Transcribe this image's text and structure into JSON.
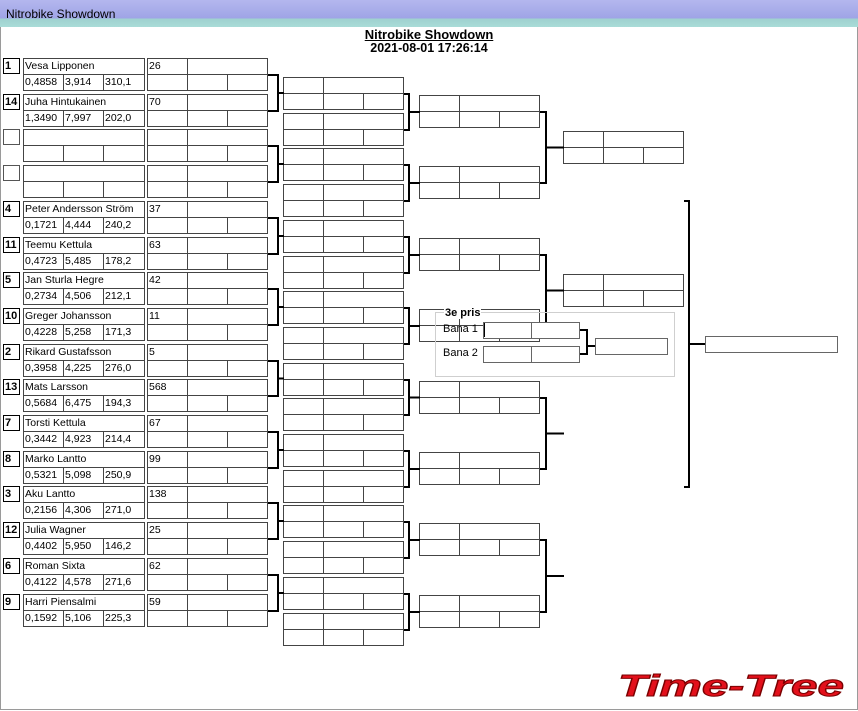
{
  "window": {
    "title": "Nitrobike Showdown"
  },
  "event": {
    "title": "Nitrobike Showdown",
    "datetime": "2021-08-01 17:26:14"
  },
  "entrants": [
    {
      "seed": "1",
      "name": "Vesa Lipponen",
      "v1": "0,4858",
      "v2": "3,914",
      "v3": "310,1",
      "num": "26"
    },
    {
      "seed": "14",
      "name": "Juha Hintukainen",
      "v1": "1,3490",
      "v2": "7,997",
      "v3": "202,0",
      "num": "70"
    },
    {
      "seed": "",
      "name": "",
      "v1": "",
      "v2": "",
      "v3": "",
      "num": ""
    },
    {
      "seed": "",
      "name": "",
      "v1": "",
      "v2": "",
      "v3": "",
      "num": ""
    },
    {
      "seed": "4",
      "name": "Peter Andersson Ström",
      "v1": "0,1721",
      "v2": "4,444",
      "v3": "240,2",
      "num": "37"
    },
    {
      "seed": "11",
      "name": "Teemu Kettula",
      "v1": "0,4723",
      "v2": "5,485",
      "v3": "178,2",
      "num": "63"
    },
    {
      "seed": "5",
      "name": "Jan Sturla Hegre",
      "v1": "0,2734",
      "v2": "4,506",
      "v3": "212,1",
      "num": "42"
    },
    {
      "seed": "10",
      "name": "Greger Johansson",
      "v1": "0,4228",
      "v2": "5,258",
      "v3": "171,3",
      "num": "11"
    },
    {
      "seed": "2",
      "name": "Rikard Gustafsson",
      "v1": "0,3958",
      "v2": "4,225",
      "v3": "276,0",
      "num": "5"
    },
    {
      "seed": "13",
      "name": "Mats Larsson",
      "v1": "0,5684",
      "v2": "6,475",
      "v3": "194,3",
      "num": "568"
    },
    {
      "seed": "7",
      "name": "Torsti Kettula",
      "v1": "0,3442",
      "v2": "4,923",
      "v3": "214,4",
      "num": "67"
    },
    {
      "seed": "8",
      "name": "Marko Lantto",
      "v1": "0,5321",
      "v2": "5,098",
      "v3": "250,9",
      "num": "99"
    },
    {
      "seed": "3",
      "name": "Aku Lantto",
      "v1": "0,2156",
      "v2": "4,306",
      "v3": "271,0",
      "num": "138"
    },
    {
      "seed": "12",
      "name": "Julia Wagner",
      "v1": "0,4402",
      "v2": "5,950",
      "v3": "146,2",
      "num": "25"
    },
    {
      "seed": "6",
      "name": "Roman Sixta",
      "v1": "0,4122",
      "v2": "4,578",
      "v3": "271,6",
      "num": "62"
    },
    {
      "seed": "9",
      "name": "Harri Piensalmi",
      "v1": "0,1592",
      "v2": "5,106",
      "v3": "225,3",
      "num": "59"
    }
  ],
  "third_place": {
    "title": "3e pris",
    "lane1": "Bana 1",
    "lane2": "Bana 2"
  },
  "logo": {
    "text": "Time-Tree",
    "color": "#e3101b"
  }
}
